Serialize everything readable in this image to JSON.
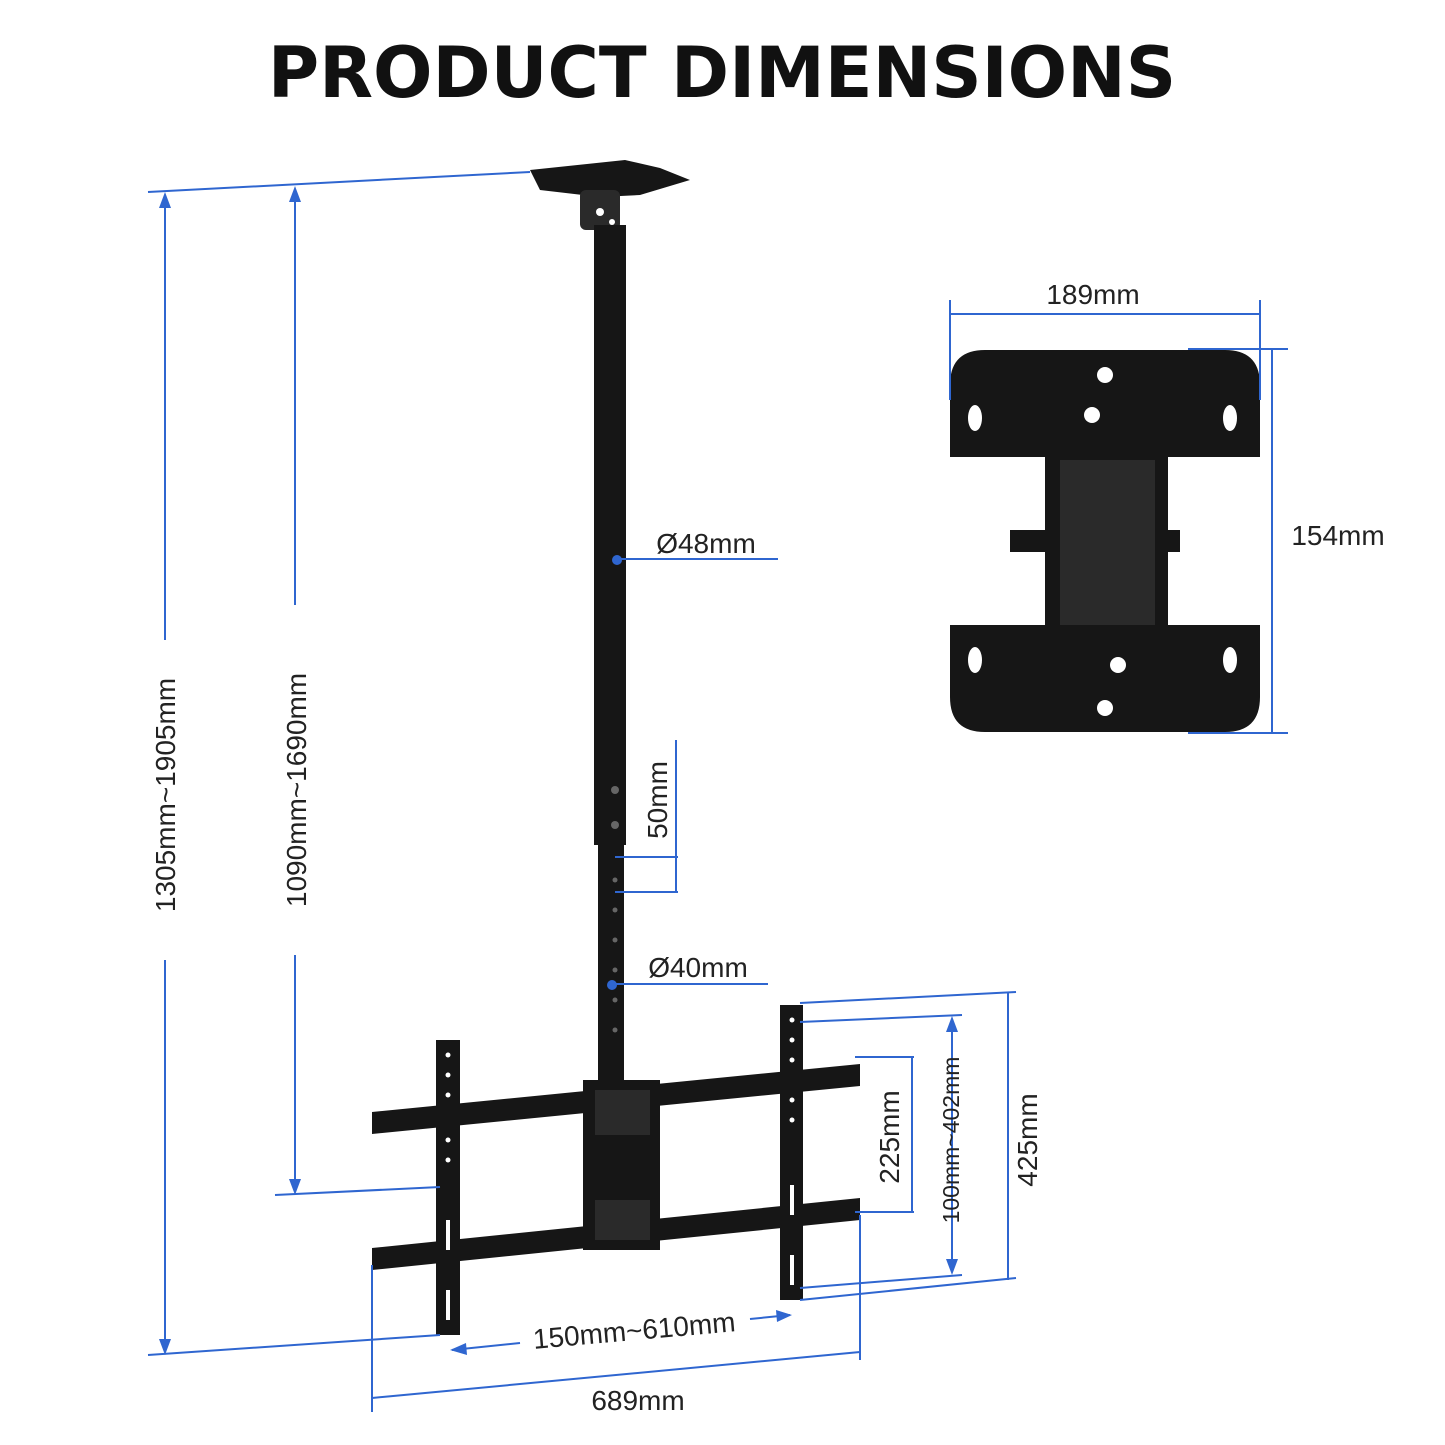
{
  "title": "PRODUCT DIMENSIONS",
  "colors": {
    "dimension_line": "#2f66d0",
    "metal": "#161616"
  },
  "dimensions": {
    "total_height": "1305mm~1905mm",
    "pole_height": "1090mm~1690mm",
    "upper_pole_diameter": "Ø48mm",
    "adjust_step": "50mm",
    "lower_pole_diameter": "Ø40mm",
    "arm_spacing": "225mm",
    "vertical_hole_range": "100mm~402mm",
    "rail_height": "425mm",
    "horizontal_hole_range": "150mm~610mm",
    "arm_width": "689mm",
    "plate_width": "189mm",
    "plate_height": "154mm"
  }
}
